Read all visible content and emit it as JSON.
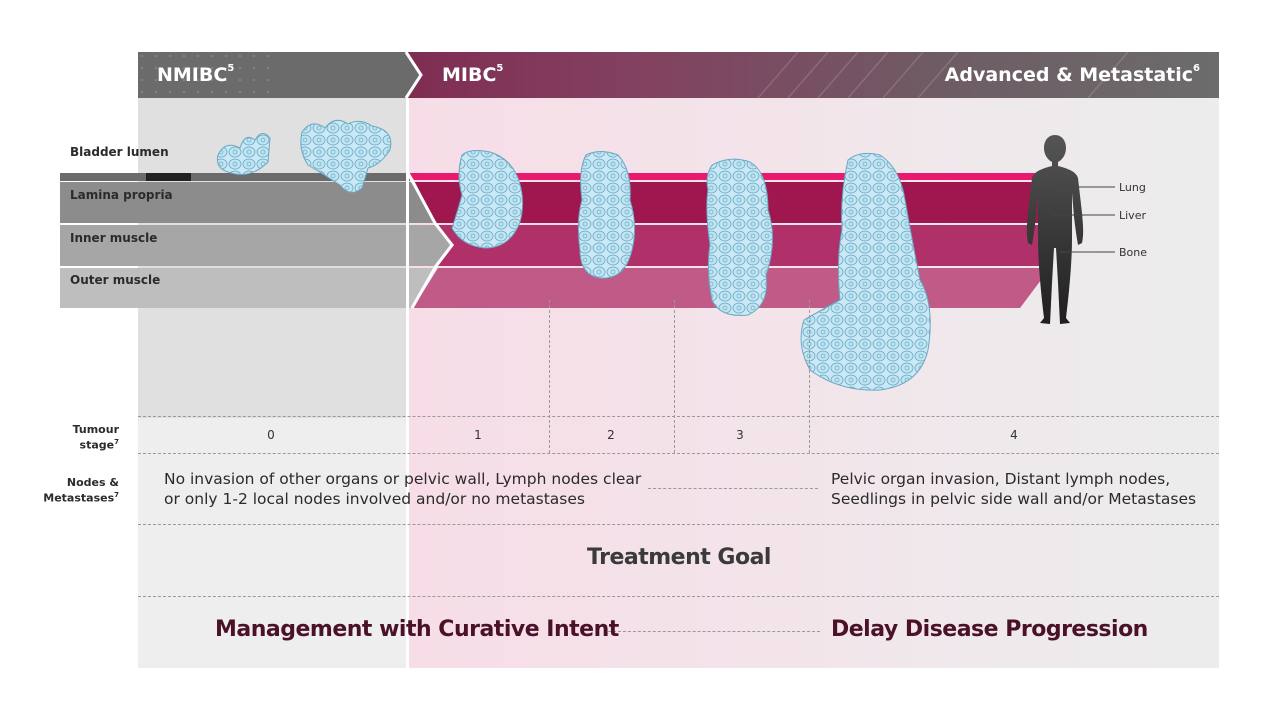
{
  "header": {
    "stages": [
      {
        "label": "NMIBC",
        "sup": "5"
      },
      {
        "label": "MIBC",
        "sup": "5"
      },
      {
        "label": "Advanced & Metastatic",
        "sup": "6"
      }
    ]
  },
  "layers": {
    "bladder_lumen": "Bladder lumen",
    "lamina_propria": "Lamina propria",
    "inner_muscle": "Inner muscle",
    "outer_muscle": "Outer muscle"
  },
  "metastasis_sites": [
    "Lung",
    "Liver",
    "Bone"
  ],
  "rows": {
    "tumour_stage": {
      "label": "Tumour stage",
      "sup": "7",
      "values": [
        "0",
        "1",
        "2",
        "3",
        "4"
      ]
    },
    "nodes": {
      "label": "Nodes & Metastases",
      "sup": "7",
      "left_text_line1": "No invasion of other organs or pelvic wall, Lymph nodes clear",
      "left_text_line2": "or only 1-2 local nodes involved and/or no metastases",
      "right_text_line1": "Pelvic organ invasion, Distant lymph nodes,",
      "right_text_line2": "Seedlings in pelvic side wall and/or Metastases"
    }
  },
  "treatment": {
    "title": "Treatment Goal",
    "left": "Management with Curative Intent",
    "right": "Delay Disease Progression"
  },
  "colors": {
    "nmibc_banner": "#6b6b6b",
    "mibc_banner": "#7a1640",
    "advanced_banner": "#6e6e6e",
    "lumen_line": "#e8196f",
    "lamina": "#a0174f",
    "inner_muscle": "#b0306a",
    "outer_muscle": "#c05a86",
    "goal_text": "#4a1128",
    "cells": "#bfe4f2"
  }
}
